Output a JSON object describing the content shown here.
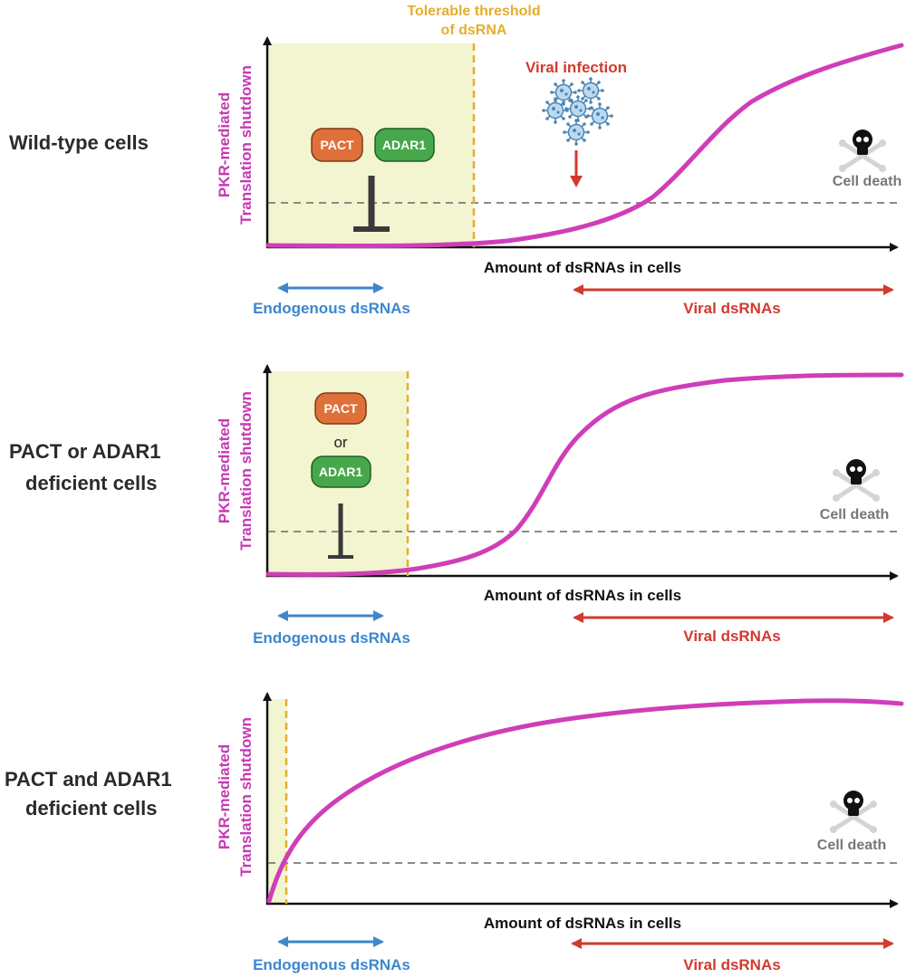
{
  "colors": {
    "curve": "#cf3eb8",
    "endogenous": "#3d86cc",
    "viral": "#d23a2e",
    "threshold": "#e6ad2c",
    "tolerable_region": "#f2f5cf",
    "pact": "#e0703a",
    "adar1": "#46a84a",
    "cell_death": "#777777",
    "axis": "#111111"
  },
  "shared": {
    "y_axis_label_line1": "PKR-mediated",
    "y_axis_label_line2": "Translation shutdown",
    "x_axis_label": "Amount of dsRNAs in cells",
    "endogenous_label": "Endogenous dsRNAs",
    "viral_label": "Viral dsRNAs",
    "cell_death_label": "Cell death",
    "cell_death_icon": "skull-crossbones-icon",
    "pact_label": "PACT",
    "adar1_label": "ADAR1",
    "or_label": "or"
  },
  "annotations": {
    "threshold_line1": "Tolerable threshold",
    "threshold_line2": "of dsRNA",
    "viral_infection": "Viral infection",
    "virus_icon": "virus-icon"
  },
  "panels": [
    {
      "id": "wild-type",
      "label_line1": "Wild-type cells",
      "label_line2": ""
    },
    {
      "id": "single-deficient",
      "label_line1": "PACT or ADAR1",
      "label_line2": "deficient cells"
    },
    {
      "id": "double-deficient",
      "label_line1": "PACT and ADAR1",
      "label_line2": "deficient cells"
    }
  ]
}
